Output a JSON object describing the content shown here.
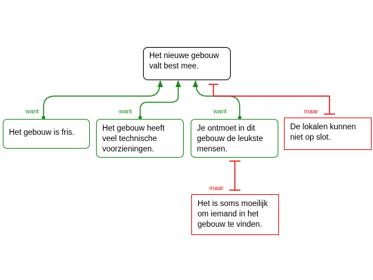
{
  "colors": {
    "pro": "#1f8a1f",
    "con": "#dd1111",
    "root": "#000000"
  },
  "claim": {
    "text": "Het nieuwe gebouw valt best mee."
  },
  "arguments": [
    {
      "id": "a1",
      "kind": "pro",
      "connector": "want",
      "text": "Het gebouw is fris.",
      "parent": "claim"
    },
    {
      "id": "a2",
      "kind": "pro",
      "connector": "want",
      "text": "Het gebouw heeft veel technische voorzieningen.",
      "parent": "claim"
    },
    {
      "id": "a3",
      "kind": "pro",
      "connector": "want",
      "text": "Je ontmoet in dit gebouw de leukste mensen.",
      "parent": "claim"
    },
    {
      "id": "a4",
      "kind": "con",
      "connector": "maar",
      "text": "De lokalen kunnen niet op slot.",
      "parent": "claim"
    },
    {
      "id": "a5",
      "kind": "con",
      "connector": "maar",
      "text": "Het is soms moeilijk om iemand in het gebouw te vinden.",
      "parent": "a3"
    }
  ]
}
